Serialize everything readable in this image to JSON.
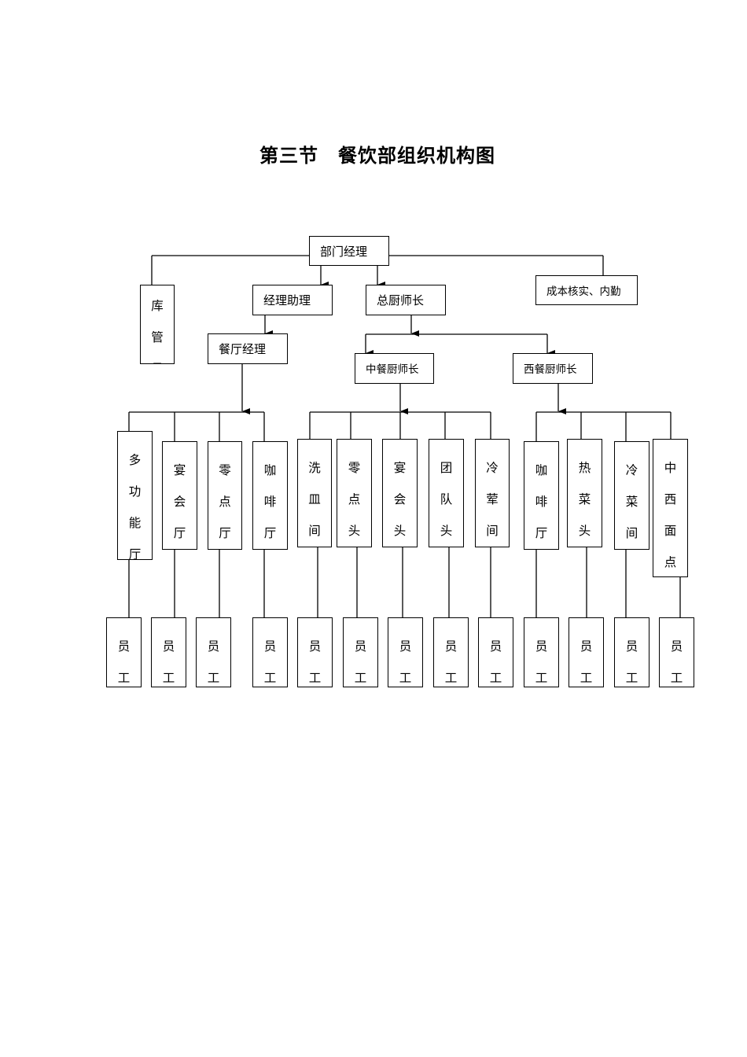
{
  "title": "第三节　餐饮部组织机构图",
  "nodes": {
    "dept_manager": "部门经理",
    "warehouse": "库管员",
    "assistant_manager": "经理助理",
    "executive_chef": "总厨师长",
    "cost_control": "成本核实、内勤",
    "restaurant_manager": "餐厅经理",
    "chinese_chef": "中餐厨师长",
    "western_chef": "西餐厨师长"
  },
  "units": [
    "多功能厅",
    "宴会厅",
    "零点厅",
    "咖啡厅",
    "洗皿间",
    "零点头",
    "宴会头",
    "团队头",
    "冷荤间",
    "咖啡厅",
    "热菜头",
    "冷菜间",
    "中西面点"
  ],
  "staff": [
    "员工",
    "员工",
    "员工",
    "员工",
    "员工",
    "员工",
    "员工",
    "员工",
    "员工",
    "员工",
    "员工",
    "员工",
    "员工"
  ]
}
